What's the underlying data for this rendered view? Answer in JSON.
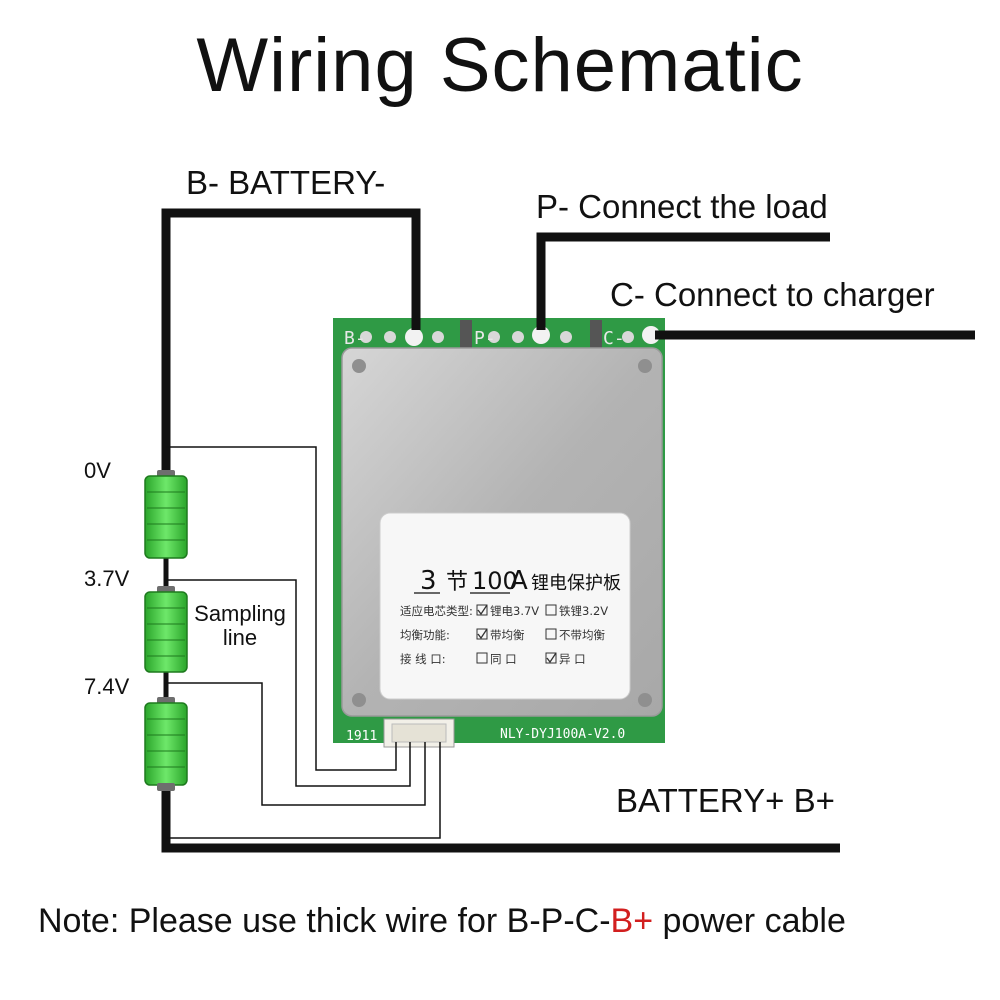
{
  "title": "Wiring Schematic",
  "labels": {
    "b_minus": "B- BATTERY-",
    "p_minus": "P- Connect the load",
    "c_minus": "C- Connect to charger",
    "b_plus": "BATTERY+ B+",
    "sampling": [
      "Sampling",
      "line"
    ]
  },
  "voltages": [
    "0V",
    "3.7V",
    "7.4V"
  ],
  "note": {
    "prefix": "Note: Please use thick wire for B-P-C-",
    "highlight": "B+",
    "suffix": " power cable"
  },
  "board": {
    "terminal_letters": [
      "B-",
      "P-",
      "C-"
    ],
    "sticker": {
      "heading_num": "3",
      "heading_mid": "节",
      "heading_amp": "100",
      "heading_unit": "A",
      "heading_rest": "锂电保护板",
      "rows": [
        {
          "label": "适应电芯类型:",
          "opt1": "锂电3.7V",
          "opt1_checked": true,
          "opt2": "铁锂3.2V",
          "opt2_checked": false
        },
        {
          "label": "均衡功能:",
          "opt1": "带均衡",
          "opt1_checked": true,
          "opt2": "不带均衡",
          "opt2_checked": false
        },
        {
          "label": "接  线  口:",
          "opt1": "同 口",
          "opt1_checked": false,
          "opt2": "异 口",
          "opt2_checked": true
        }
      ]
    },
    "model": "NLY-DYJ100A-V2.0",
    "date_code": "1911"
  },
  "colors": {
    "wire": "#111111",
    "battery_green": "#3cc43c",
    "pcb_green": "#2f9a45",
    "shield": "#b9b9b9",
    "highlight_red": "#d21f1f"
  }
}
